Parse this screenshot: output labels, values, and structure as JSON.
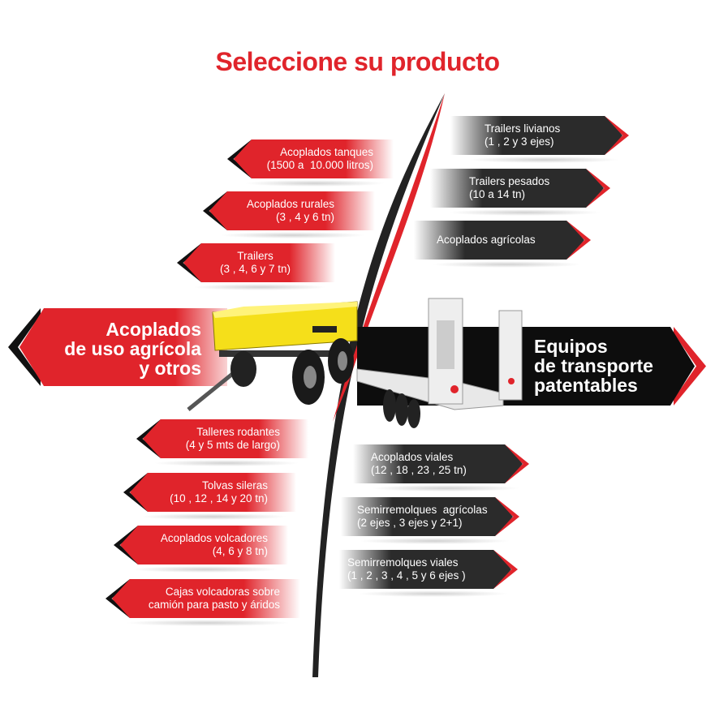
{
  "title": "Seleccione su producto",
  "left_category": {
    "label": "Acoplados\nde uso agrícola\ny otros"
  },
  "right_category": {
    "label": "Equipos\nde transporte\npatentables"
  },
  "left_items": [
    {
      "label": "Acoplados tanques\n(1500 a  10.000 litros)"
    },
    {
      "label": "Acoplados rurales\n(3 , 4 y 6 tn)"
    },
    {
      "label": "Trailers\n(3 , 4, 6 y 7 tn)"
    },
    {
      "label": "Talleres rodantes\n(4 y 5 mts de largo)"
    },
    {
      "label": "Tolvas sileras\n(10 , 12 , 14 y 20 tn)"
    },
    {
      "label": "Acoplados volcadores\n(4, 6 y 8 tn)"
    },
    {
      "label": "Cajas volcadoras sobre\ncamión para pasto y áridos"
    }
  ],
  "right_items": [
    {
      "label": "Trailers livianos\n(1 , 2 y 3 ejes)"
    },
    {
      "label": "Trailers pesados\n(10 a 14 tn)"
    },
    {
      "label": "Acoplados agrícolas"
    },
    {
      "label": "Acoplados viales\n(12 , 18 , 23 , 25 tn)"
    },
    {
      "label": "Semirremolques  agrícolas\n(2 ejes , 3 ejes y 2+1)"
    },
    {
      "label": "Semirremolques viales\n(1 , 2 , 3 , 4 , 5 y 6 ejes )"
    }
  ],
  "colors": {
    "red": "#e0242b",
    "dark": "#2b2b2b"
  }
}
